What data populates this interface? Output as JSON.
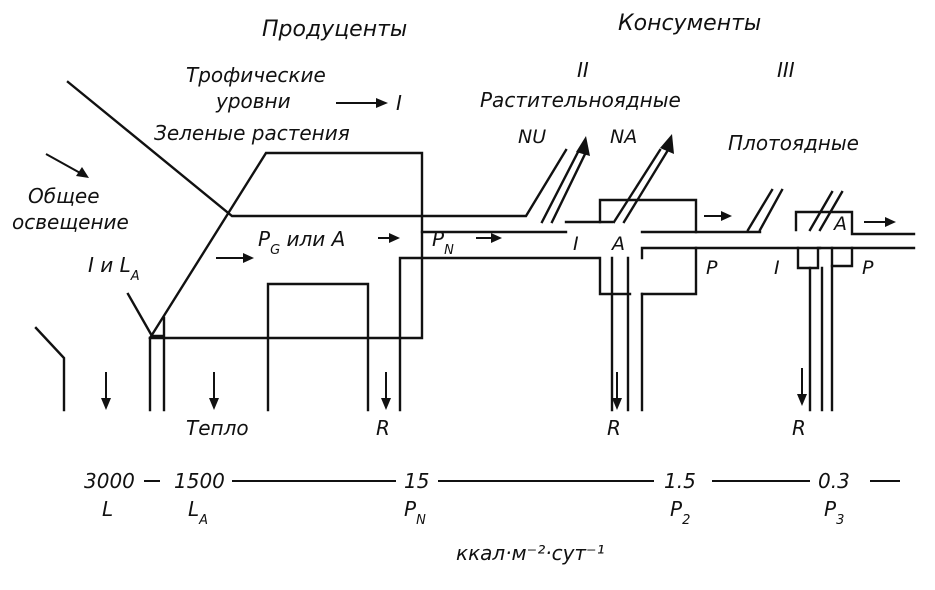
{
  "headers": {
    "producers": "Продуценты",
    "consumers": "Консументы"
  },
  "labels": {
    "trophic_levels_line1": "Трофические",
    "trophic_levels_line2": "уровни",
    "level_one": "I",
    "green_plants": "Зеленые растения",
    "level_two": "II",
    "herbivores": "Растительноядные",
    "level_three": "III",
    "carnivores": "Плотоядные",
    "total_light_line1": "Общее",
    "total_light_line2": "освещение",
    "i_and_la": "I и L",
    "i_and_la_sub": "A",
    "pg_or_a": "P",
    "pg_sub": "G",
    "pg_or_a_rest": " или A",
    "pn": "P",
    "pn_sub": "N",
    "nu_1": "NU",
    "na_1": "NA",
    "i_2": "I",
    "a_2": "A",
    "p_2": "P",
    "i_3": "I",
    "a_3": "A",
    "p_3": "P",
    "heat": "Тепло",
    "r_1": "R",
    "r_2": "R",
    "r_3": "R"
  },
  "scale": {
    "v1": "3000",
    "v1_label": "L",
    "v2": "1500",
    "v2_label": "L",
    "v2_sub": "A",
    "v3": "15",
    "v3_label": "P",
    "v3_sub": "N",
    "v4": "1.5",
    "v4_label": "P",
    "v4_sub": "2",
    "v5": "0.3",
    "v5_label": "P",
    "v5_sub": "3",
    "units": "ккал·м⁻²·сут⁻¹"
  }
}
